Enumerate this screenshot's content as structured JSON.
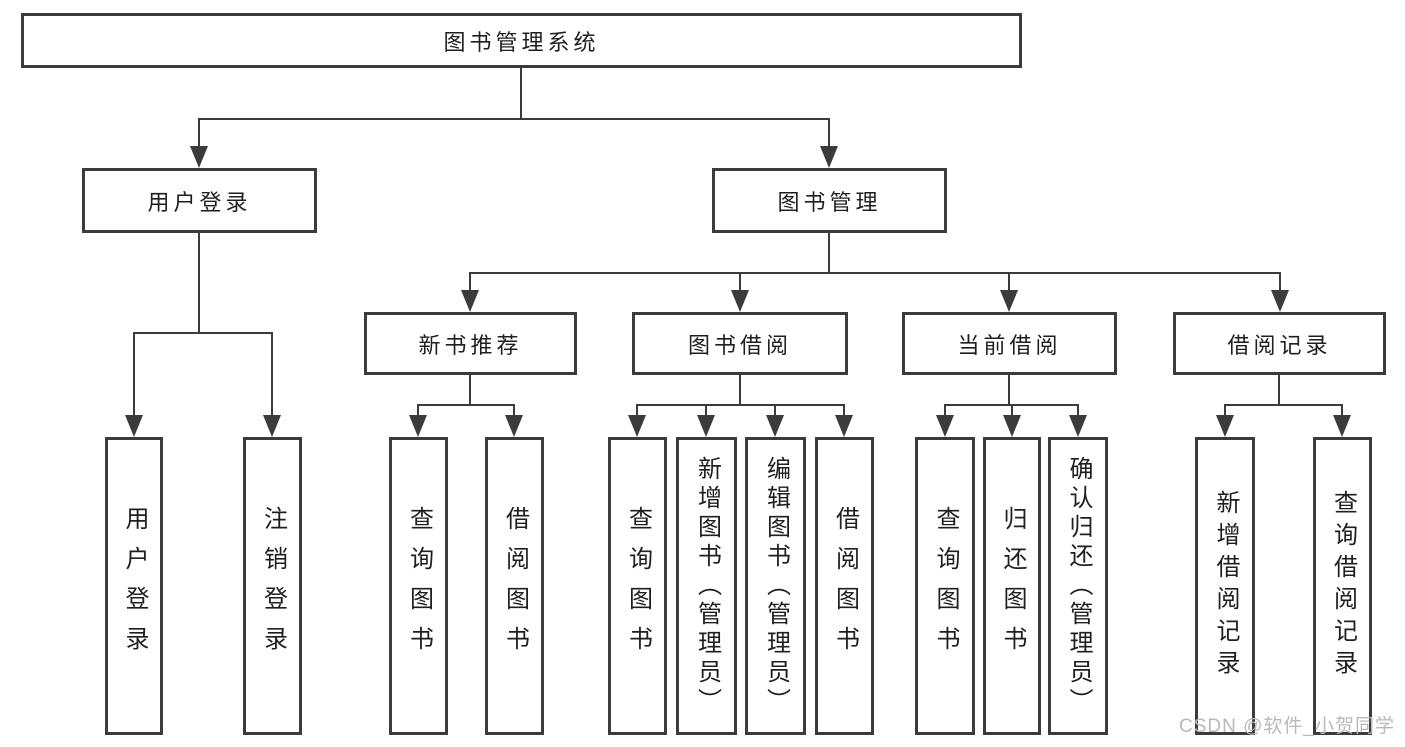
{
  "diagram": {
    "root": "图书管理系统",
    "branches": [
      {
        "label": "用户登录",
        "children": [
          "用户登录",
          "注销登录"
        ]
      },
      {
        "label": "图书管理",
        "children": [
          {
            "label": "新书推荐",
            "children": [
              "查询图书",
              "借阅图书"
            ]
          },
          {
            "label": "图书借阅",
            "children": [
              "查询图书",
              "新增图书（管理员）",
              "编辑图书（管理员）",
              "借阅图书"
            ]
          },
          {
            "label": "当前借阅",
            "children": [
              "查询图书",
              "归还图书",
              "确认归还（管理员）"
            ]
          },
          {
            "label": "借阅记录",
            "children": [
              "新增借阅记录",
              "查询借阅记录"
            ]
          }
        ]
      }
    ]
  },
  "watermark": "CSDN @软件_小贺同学",
  "colors": {
    "line": "#3b3b3b",
    "text": "#1f1f1f",
    "watermark_text": "#b9b9b9",
    "background": "#ffffff"
  }
}
